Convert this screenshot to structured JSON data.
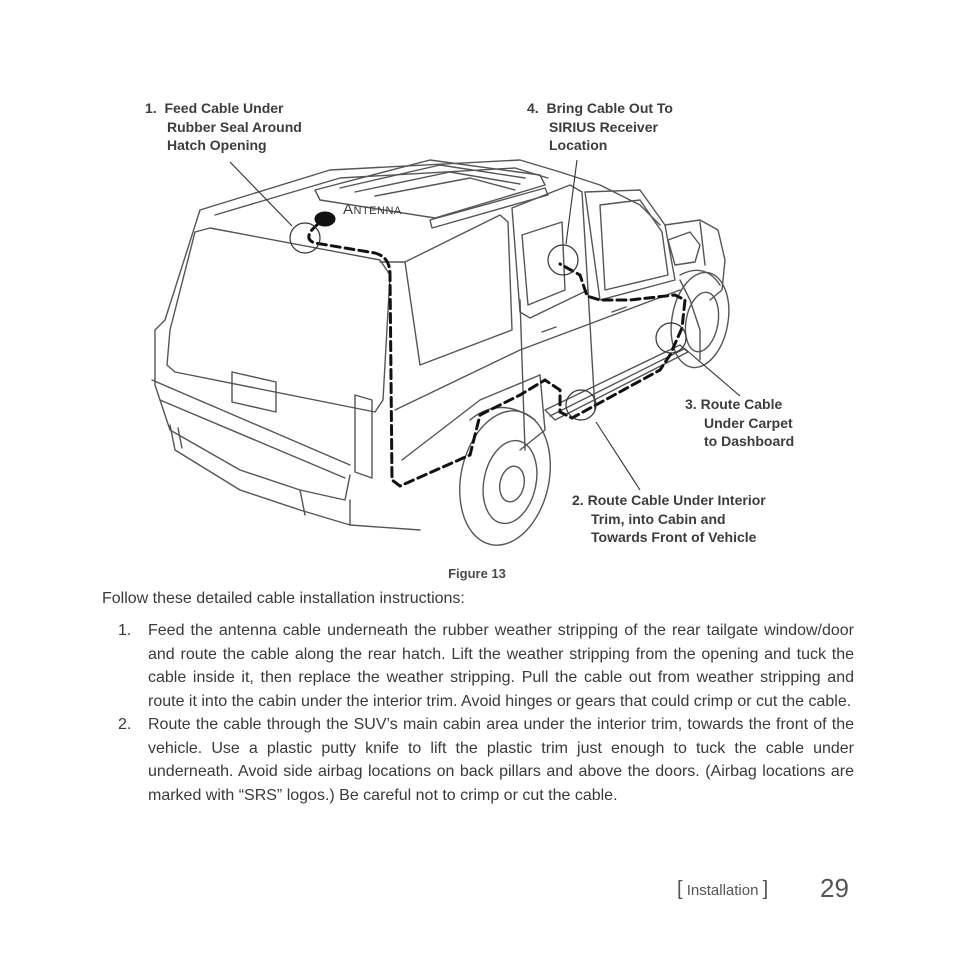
{
  "callouts": {
    "c1": {
      "num": "1.",
      "lines": [
        "Feed Cable Under",
        "Rubber Seal Around",
        "Hatch Opening"
      ]
    },
    "c4": {
      "num": "4.",
      "lines": [
        "Bring Cable Out To",
        "SIRIUS Receiver",
        "Location"
      ]
    },
    "c3": {
      "num": "3.",
      "lines": [
        "Route Cable",
        "Under Carpet",
        "to Dashboard"
      ]
    },
    "c2": {
      "num": "2.",
      "lines": [
        "Route Cable Under Interior",
        "Trim, into Cabin and",
        "Towards Front of Vehicle"
      ]
    }
  },
  "antenna_label": "Antenna",
  "figure_caption": "Figure 13",
  "intro": "Follow these detailed cable installation instructions:",
  "steps": [
    {
      "n": "1.",
      "text": "Feed the antenna cable underneath the rubber weather stripping of the rear tail­gate window/door and route the cable along the rear hatch. Lift the weather strip­ping from the opening and tuck the cable inside it, then replace the weather strip­ping. Pull the cable out from weather stripping and route it into the cabin under the interior trim. Avoid hinges or gears that could crimp or cut the cable."
    },
    {
      "n": "2.",
      "text": "Route the cable through the SUV’s main cabin area under the interior trim, towards the front of the vehicle. Use a plastic putty knife to lift the plastic trim just enough to tuck the cable under underneath. Avoid side airbag locations on back pillars and above the doors. (Airbag locations are marked with “SRS” logos.) Be careful not to crimp or cut the cable."
    }
  ],
  "footer": {
    "open": "[",
    "section": "Installation",
    "close": "]",
    "page": "29"
  }
}
